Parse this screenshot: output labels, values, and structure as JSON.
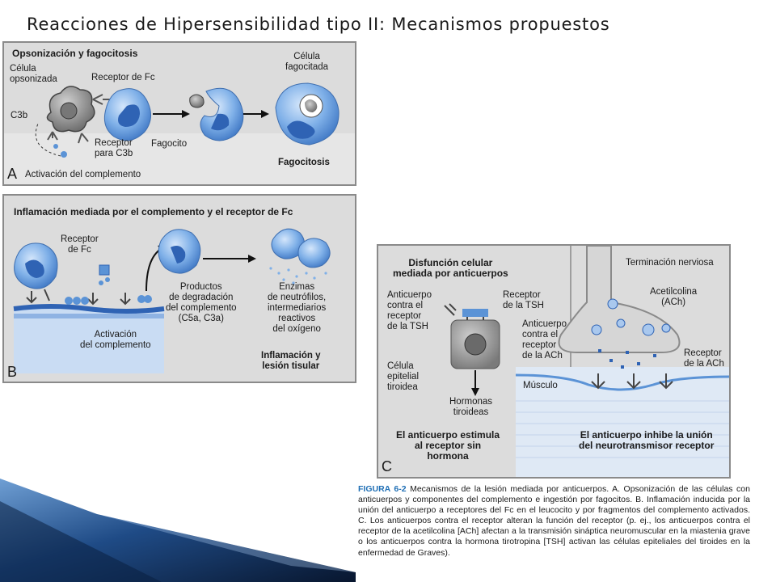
{
  "slide": {
    "title": "Reacciones de Hipersensibilidad tipo II: Mecanismos propuestos"
  },
  "panelA": {
    "title": "Opsonización y fagocitosis",
    "letter": "A",
    "labels": {
      "celula_opsonizada": "Célula\nopsonizada",
      "receptor_fc": "Receptor de Fc",
      "c3b": "C3b",
      "receptor_c3b": "Receptor\npara C3b",
      "fagocito": "Fagocito",
      "celula_fagocitada": "Célula\nfagocitada",
      "activacion": "Activación del complemento",
      "fagocitosis": "Fagocitosis"
    }
  },
  "panelB": {
    "title": "Inflamación mediada por el complemento y el receptor de Fc",
    "letter": "B",
    "labels": {
      "receptor_fc": "Receptor\nde Fc",
      "productos": "Productos\nde degradación\ndel complemento\n(C5a, C3a)",
      "enzimas": "Enzimas\nde neutrófilos,\nintermediarios\nreactivos\ndel oxígeno",
      "activacion": "Activación\ndel complemento",
      "inflamacion": "Inflamación y\nlesión tisular"
    }
  },
  "panelC": {
    "letter": "C",
    "labels": {
      "title": "Disfunción celular\nmediada por anticuerpos",
      "terminacion": "Terminación nerviosa",
      "anticuerpo_tsh": "Anticuerpo\ncontra el\nreceptor\nde la TSH",
      "receptor_tsh": "Receptor\nde la TSH",
      "acetilcolina": "Acetilcolina\n(ACh)",
      "anticuerpo_ach": "Anticuerpo\ncontra el\nreceptor\nde la ACh",
      "receptor_ach": "Receptor\nde la ACh",
      "celula_epitelial": "Célula\nepitelial\ntiroidea",
      "musculo": "Músculo",
      "hormonas": "Hormonas\ntiroideas",
      "estimula": "El anticuerpo estimula\nal receptor sin\nhormona",
      "inhibe": "El anticuerpo inhibe la unión\ndel neurotransmisor receptor"
    }
  },
  "caption": {
    "figure_label": "FIGURA 6-2",
    "text": "Mecanismos de la lesión mediada por anticuerpos. A. Opsonización de las células con anticuerpos y componentes del complemento e ingestión por fagocitos. B. Inflamación inducida por la unión del anticuerpo a receptores del Fc en el leucocito y por fragmentos del complemento activados. C. Los anticuerpos contra el receptor alteran la función del receptor (p. ej., los anticuerpos contra el receptor de la acetilcolina [ACh] afectan a la transmisión sináptica neuromuscular en la miastenia grave o los anticuerpos contra la hormona tirotropina [TSH] activan las células epiteliales del tiroides en la enfermedad de Graves)."
  },
  "colors": {
    "panel_bg": "#dcdcdc",
    "cell_blue": "#5b93d6",
    "cell_light": "#a9c8ee",
    "nucleus": "#2f63b4",
    "caption_blue": "#1f6fb5",
    "wedge_dark": "#08162e"
  }
}
